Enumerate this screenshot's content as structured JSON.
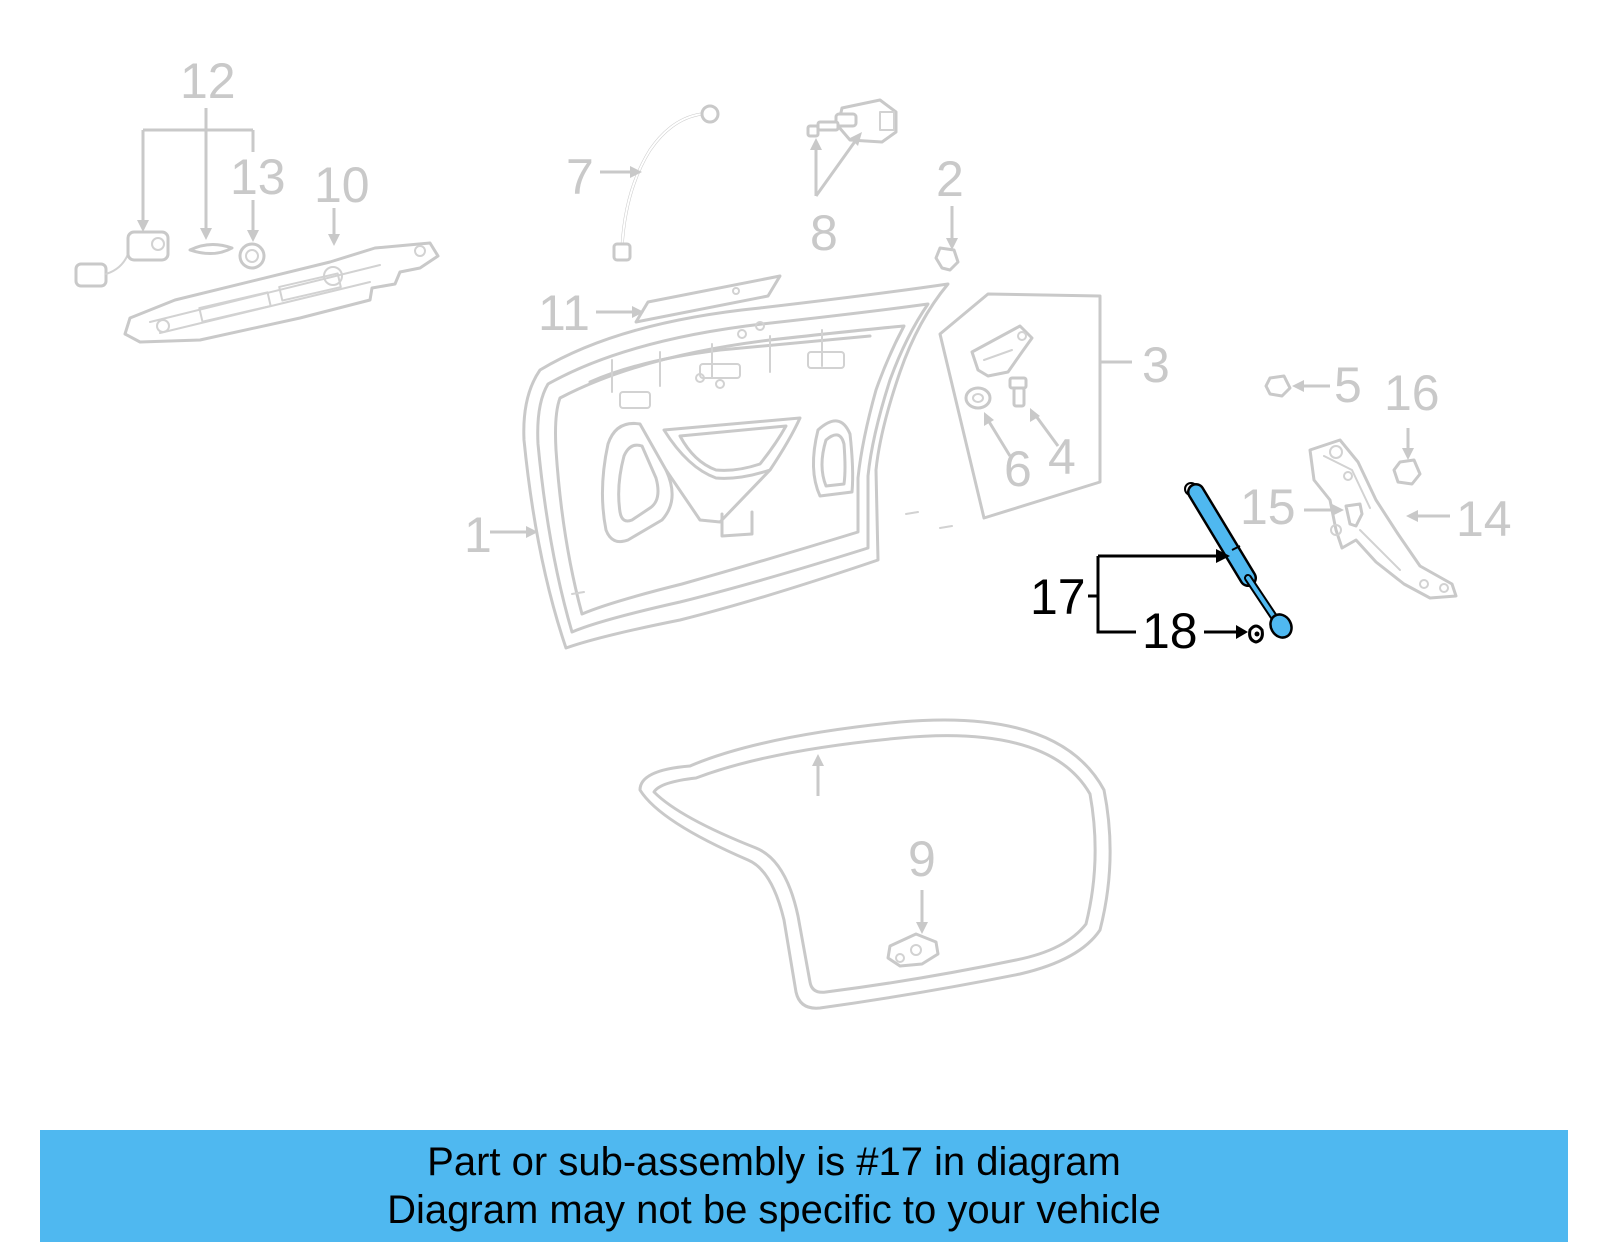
{
  "diagram": {
    "callouts": [
      "1",
      "2",
      "3",
      "4",
      "5",
      "6",
      "7",
      "8",
      "9",
      "10",
      "11",
      "12",
      "13",
      "14",
      "15",
      "16",
      "17",
      "18"
    ],
    "highlighted_part": "17",
    "highlight_color": "#4fb8f0",
    "dim_color": "#c9c9c9"
  },
  "caption": {
    "line1": "Part or sub-assembly is #17 in diagram",
    "line2": "Diagram may not be specific to your vehicle",
    "background": "#4fb8f0"
  }
}
